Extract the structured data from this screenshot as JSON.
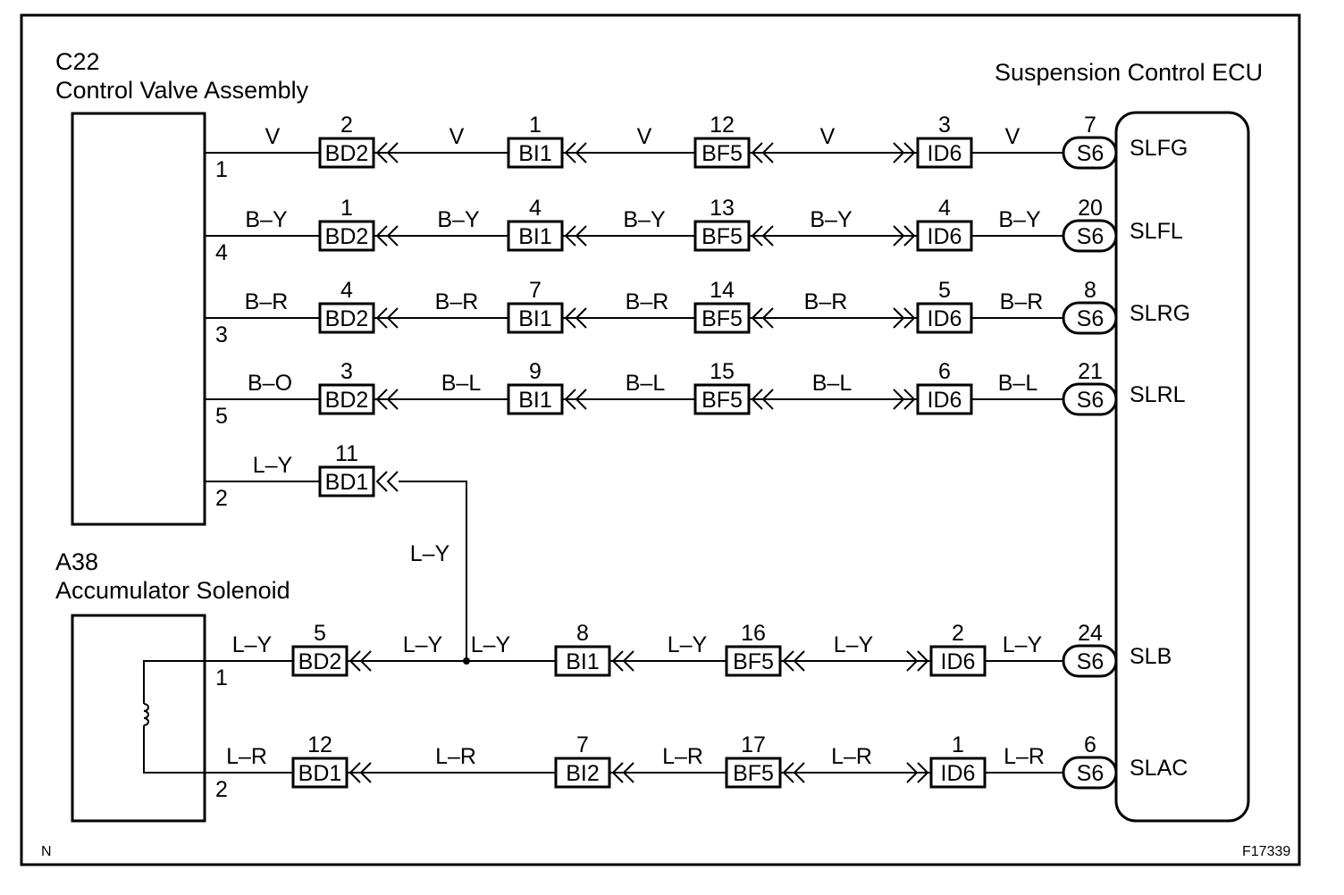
{
  "components": {
    "c22": {
      "code": "C22",
      "name": "Control Valve Assembly"
    },
    "a38": {
      "code": "A38",
      "name": "Accumulator Solenoid"
    },
    "ecu": {
      "name": "Suspension Control ECU"
    }
  },
  "circuits": [
    {
      "id": "slfg",
      "src_pin": "1",
      "signal": "SLFG",
      "wires": [
        "V",
        "V",
        "V",
        "V",
        "V"
      ],
      "connectors": [
        {
          "code": "BD2",
          "pin": "2"
        },
        {
          "code": "BI1",
          "pin": "1"
        },
        {
          "code": "BF5",
          "pin": "12"
        },
        {
          "code": "ID6",
          "pin": "3"
        },
        {
          "code": "S6",
          "pin": "7"
        }
      ]
    },
    {
      "id": "slfl",
      "src_pin": "4",
      "signal": "SLFL",
      "wires": [
        "B–Y",
        "B–Y",
        "B–Y",
        "B–Y",
        "B–Y"
      ],
      "connectors": [
        {
          "code": "BD2",
          "pin": "1"
        },
        {
          "code": "BI1",
          "pin": "4"
        },
        {
          "code": "BF5",
          "pin": "13"
        },
        {
          "code": "ID6",
          "pin": "4"
        },
        {
          "code": "S6",
          "pin": "20"
        }
      ]
    },
    {
      "id": "slrg",
      "src_pin": "3",
      "signal": "SLRG",
      "wires": [
        "B–R",
        "B–R",
        "B–R",
        "B–R",
        "B–R"
      ],
      "connectors": [
        {
          "code": "BD2",
          "pin": "4"
        },
        {
          "code": "BI1",
          "pin": "7"
        },
        {
          "code": "BF5",
          "pin": "14"
        },
        {
          "code": "ID6",
          "pin": "5"
        },
        {
          "code": "S6",
          "pin": "8"
        }
      ]
    },
    {
      "id": "slrl",
      "src_pin": "5",
      "signal": "SLRL",
      "wires": [
        "B–O",
        "B–L",
        "B–L",
        "B–L",
        "B–L"
      ],
      "connectors": [
        {
          "code": "BD2",
          "pin": "3"
        },
        {
          "code": "BI1",
          "pin": "9"
        },
        {
          "code": "BF5",
          "pin": "15"
        },
        {
          "code": "ID6",
          "pin": "6"
        },
        {
          "code": "S6",
          "pin": "21"
        }
      ]
    },
    {
      "id": "slb",
      "src_pin": "1",
      "signal": "SLB",
      "wires": [
        "L–Y",
        "L–Y",
        "L–Y",
        "L–Y",
        "L–Y",
        "L–Y"
      ],
      "connectors": [
        {
          "code": "BD2",
          "pin": "5"
        },
        {
          "code": "BI1",
          "pin": "8"
        },
        {
          "code": "BF5",
          "pin": "16"
        },
        {
          "code": "ID6",
          "pin": "2"
        },
        {
          "code": "S6",
          "pin": "24"
        }
      ]
    },
    {
      "id": "slac",
      "src_pin": "2",
      "signal": "SLAC",
      "wires": [
        "L–R",
        "L–R",
        "L–R",
        "L–R",
        "L–R"
      ],
      "connectors": [
        {
          "code": "BD1",
          "pin": "12"
        },
        {
          "code": "BI2",
          "pin": "7"
        },
        {
          "code": "BF5",
          "pin": "17"
        },
        {
          "code": "ID6",
          "pin": "1"
        },
        {
          "code": "S6",
          "pin": "6"
        }
      ]
    }
  ],
  "branch": {
    "src_pin": "2",
    "wire": "L–Y",
    "drop_wire": "L–Y",
    "connector": {
      "code": "BD1",
      "pin": "11"
    }
  },
  "footer": {
    "left": "N",
    "right": "F17339"
  }
}
